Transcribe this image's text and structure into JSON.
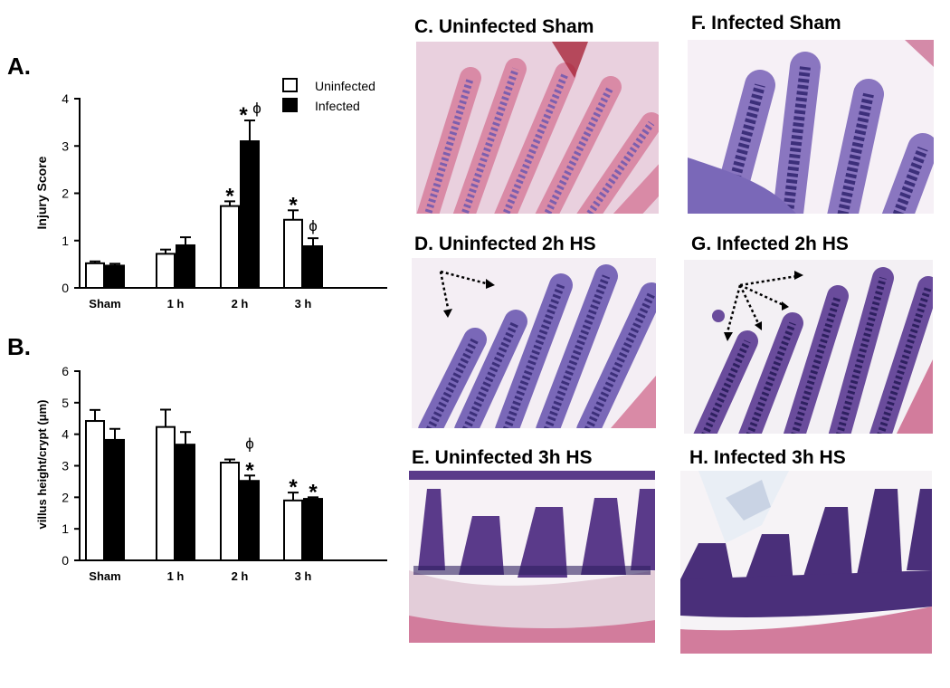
{
  "chart_data": [
    {
      "type": "bar",
      "panel_label": "A.",
      "categories": [
        "Sham",
        "1 h",
        "2 h",
        "3 h"
      ],
      "series": [
        {
          "name": "Uninfected",
          "values": [
            0.52,
            0.72,
            1.73,
            1.44
          ],
          "errors": [
            0.04,
            0.09,
            0.1,
            0.2
          ],
          "annotations": [
            "",
            "",
            "*",
            "*"
          ]
        },
        {
          "name": "Infected",
          "values": [
            0.47,
            0.9,
            3.1,
            0.88
          ],
          "errors": [
            0.04,
            0.17,
            0.44,
            0.17
          ],
          "annotations": [
            "",
            "",
            "*ϕ",
            "ϕ"
          ]
        }
      ],
      "xlabel": "",
      "ylabel": "Injury Score",
      "ylim": [
        0,
        4
      ],
      "yticks": [
        "0",
        "1",
        "2",
        "3",
        "4"
      ],
      "legend": "top-right",
      "grid": false
    },
    {
      "type": "bar",
      "panel_label": "B.",
      "categories": [
        "Sham",
        "1 h",
        "2 h",
        "3 h"
      ],
      "series": [
        {
          "name": "Uninfected",
          "values": [
            4.42,
            4.23,
            3.1,
            1.9
          ],
          "errors": [
            0.35,
            0.55,
            0.1,
            0.25
          ],
          "annotations": [
            "",
            "",
            "",
            "*"
          ]
        },
        {
          "name": "Infected",
          "values": [
            3.82,
            3.67,
            2.52,
            1.95
          ],
          "errors": [
            0.35,
            0.4,
            0.17,
            0.05
          ],
          "annotations": [
            "",
            "",
            "ϕ*",
            "*"
          ]
        }
      ],
      "xlabel": "",
      "ylabel": "villus height/crypt (μm)",
      "ylim": [
        0,
        6
      ],
      "yticks": [
        "0",
        "1",
        "2",
        "3",
        "4",
        "5",
        "6"
      ],
      "grid": false
    }
  ],
  "panels": {
    "c": "C. Uninfected Sham",
    "d": "D. Uninfected 2h HS",
    "e": "E. Uninfected 3h HS",
    "f": "F. Infected Sham",
    "g": "G. Infected 2h HS",
    "h": "H. Infected 3h HS"
  },
  "colors": {
    "uninfected_fill": "#ffffff",
    "infected_fill": "#000000",
    "tissue_pink": "#d98aa6",
    "tissue_purple": "#6a4c9c",
    "nuclei": "#2e2060"
  }
}
